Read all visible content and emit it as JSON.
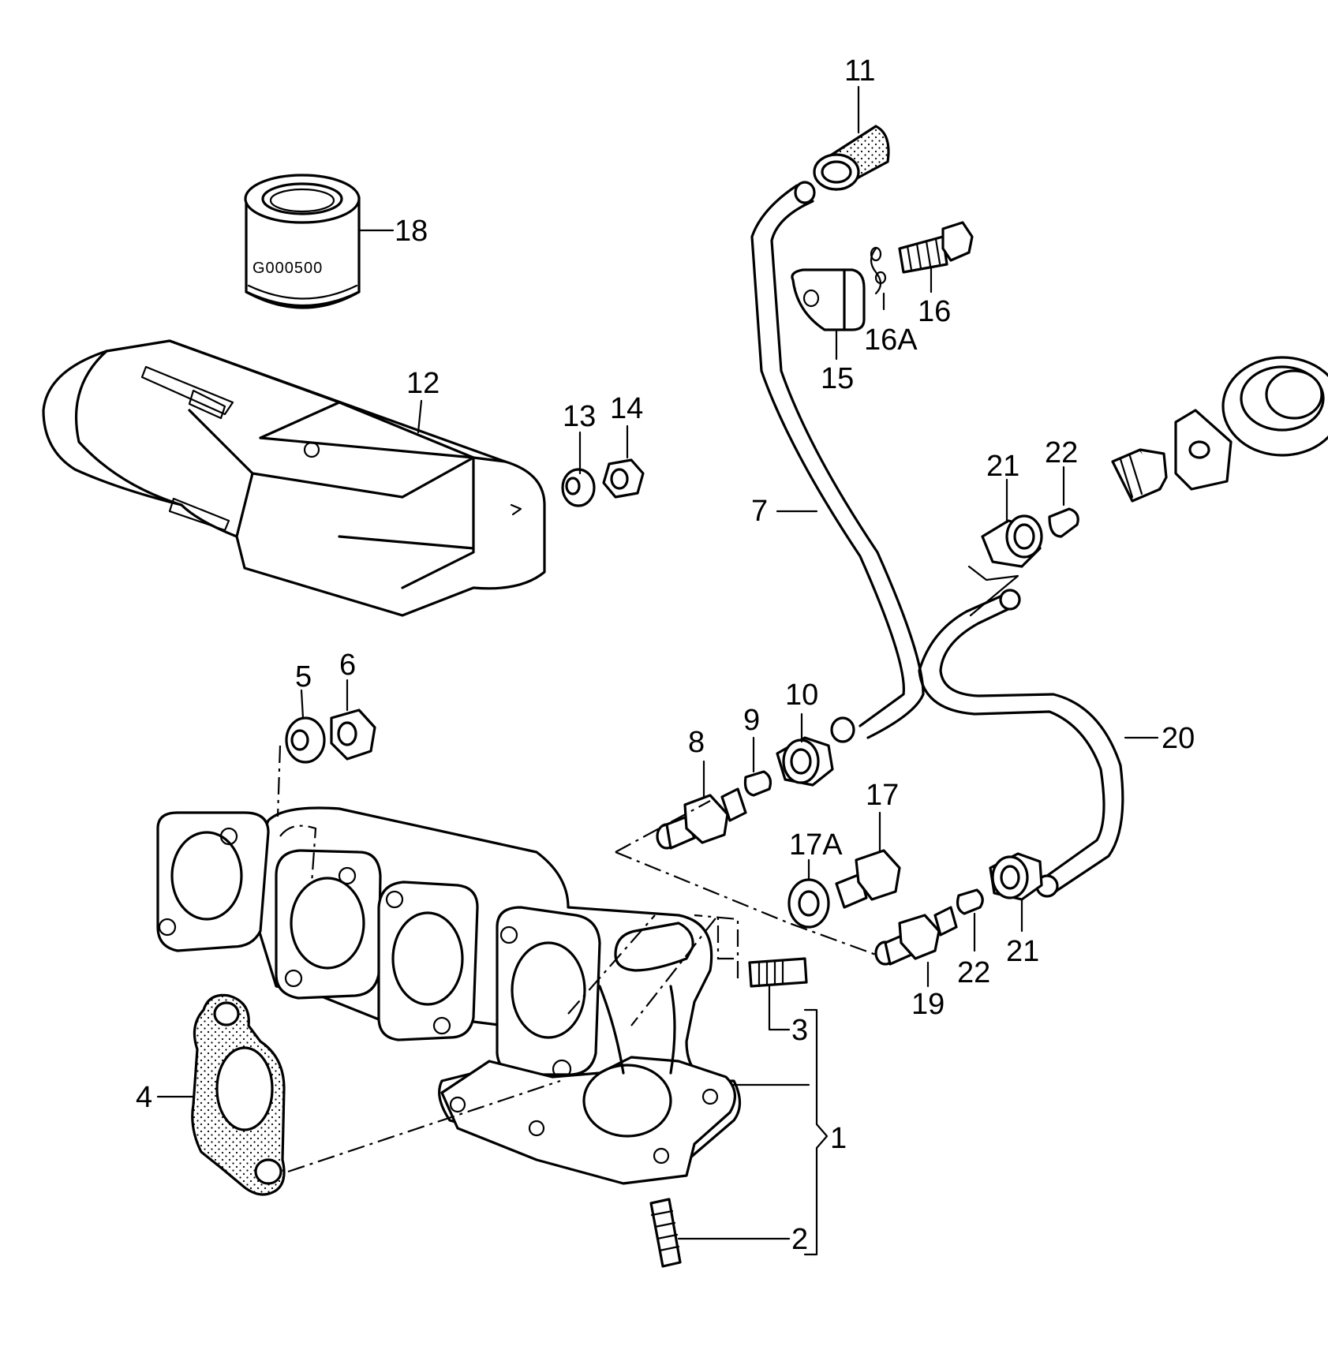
{
  "callouts": {
    "c1": "1",
    "c2": "2",
    "c3": "3",
    "c4": "4",
    "c5": "5",
    "c6": "6",
    "c7": "7",
    "c8": "8",
    "c9": "9",
    "c10": "10",
    "c11": "11",
    "c12": "12",
    "c13": "13",
    "c14": "14",
    "c15": "15",
    "c16": "16",
    "c16a": "16A",
    "c17": "17",
    "c17a": "17A",
    "c18": "18",
    "c19": "19",
    "c20": "20",
    "c21a": "21",
    "c21b": "21",
    "c22a": "22",
    "c22b": "22"
  },
  "part_stamp": "G000500"
}
